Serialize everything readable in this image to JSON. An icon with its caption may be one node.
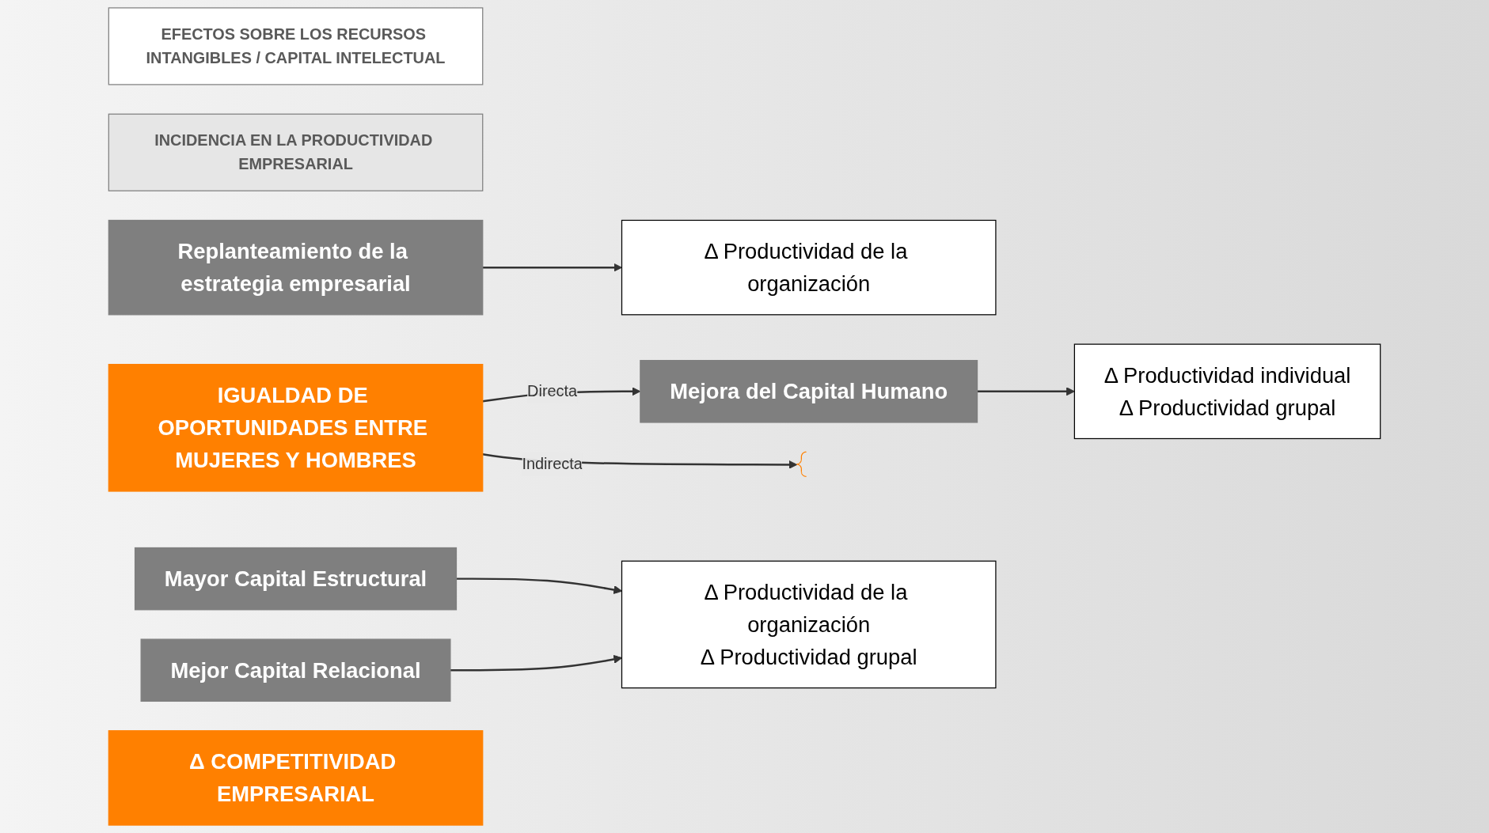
{
  "diagram": {
    "nodes": [
      {
        "text": [
          "EFECTOS SOBRE LOS RECURSOS INTANGIBLES / CAPITAL INTELECTUAL"
        ]
      },
      {
        "text": [
          "INCIDENCIA EN LA PRODUCTIVIDAD EMPRESARIAL"
        ]
      },
      {
        "text": [
          "IGUALDAD DE OPORTUNIDADES ENTRE MUJERES Y HOMBRES"
        ]
      },
      {
        "text": [
          "Mejora del Capital Humano"
        ]
      },
      {
        "text": [
          "Δ Productividad individual",
          "Δ Productividad grupal"
        ]
      },
      {
        "text": [
          "Replanteamiento de la estrategia empresarial"
        ]
      },
      {
        "text": [
          "Δ Productividad de la organización"
        ]
      },
      {
        "text": [
          "Mayor Capital Estructural"
        ]
      },
      {
        "text": [
          "Mejor Capital Relacional"
        ]
      },
      {
        "text": [
          "Δ Productividad de la organización",
          "Δ Productividad grupal"
        ]
      },
      {
        "text": [
          "Δ COMPETITIVIDAD EMPRESARIAL"
        ]
      },
      {
        "text": [],
        "shape": "bracket"
      }
    ],
    "edges": [
      {
        "from": 2,
        "to": 3,
        "arrow": "to",
        "label": "Directa"
      },
      {
        "from": 2,
        "to": 11,
        "arrow": "to",
        "label": "Indirecta"
      },
      {
        "from": 3,
        "to": 4,
        "arrow": "to"
      },
      {
        "from": 5,
        "to": 6,
        "arrow": "to"
      },
      {
        "from": 7,
        "to": 9,
        "arrow": "to"
      },
      {
        "from": 8,
        "to": 9,
        "arrow": "to"
      }
    ]
  }
}
